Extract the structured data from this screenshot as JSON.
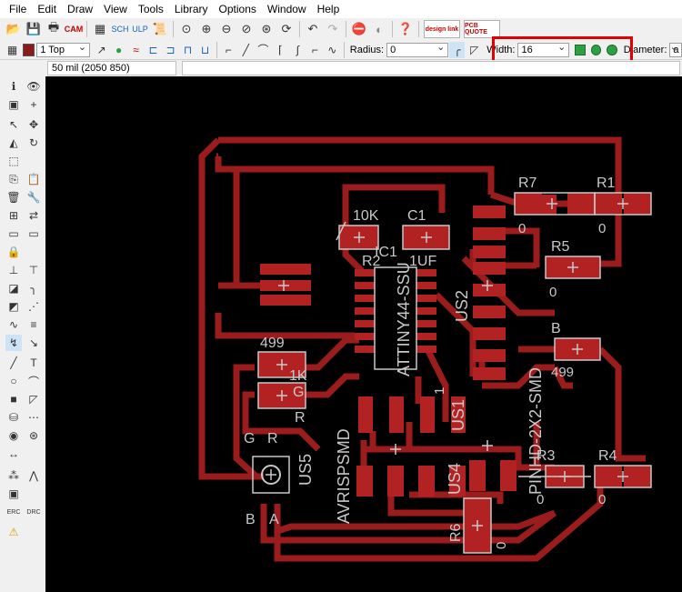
{
  "menu": [
    "File",
    "Edit",
    "Draw",
    "View",
    "Tools",
    "Library",
    "Options",
    "Window",
    "Help"
  ],
  "toolbar": {
    "design_link": "design link",
    "pcb_quote": "PCB QUOTE",
    "layer": "1 Top",
    "radius_label": "Radius:",
    "radius_value": "0",
    "width_label": "Width:",
    "width_value": "16",
    "diameter_label": "Diameter:",
    "diameter_value": "a"
  },
  "coords": "50 mil (2050 850)",
  "colors": {
    "trace": "#9b1c1c",
    "pad": "#b22222",
    "silk": "#c8c8c8",
    "highlight": "#e00000"
  },
  "labels": {
    "r7": "R7",
    "r7v": "0",
    "r1": "R1",
    "r1v": "0",
    "r5": "R5",
    "r5v": "0",
    "k10": "10K",
    "c1": "C1",
    "ic1": "IC1",
    "uf1": "1UF",
    "r2": "R2",
    "us2": "US2",
    "attiny": "ATTINY44-SSU",
    "r499a": "499",
    "k1": "1K",
    "g": "G",
    "r": "R",
    "b": "B",
    "r499b": "499",
    "us1": "US1",
    "pinhd": "PINHD-2X2-SMD",
    "avrisp": "AVRISPSMD",
    "us5": "US5",
    "us4": "US4",
    "led_g": "G",
    "led_r": "R",
    "led_b": "B",
    "led_a": "A",
    "r3": "R3",
    "r3v": "0",
    "r4": "R4",
    "r4v": "0",
    "r6": "R6",
    "r6v": "0",
    "one": "1"
  }
}
